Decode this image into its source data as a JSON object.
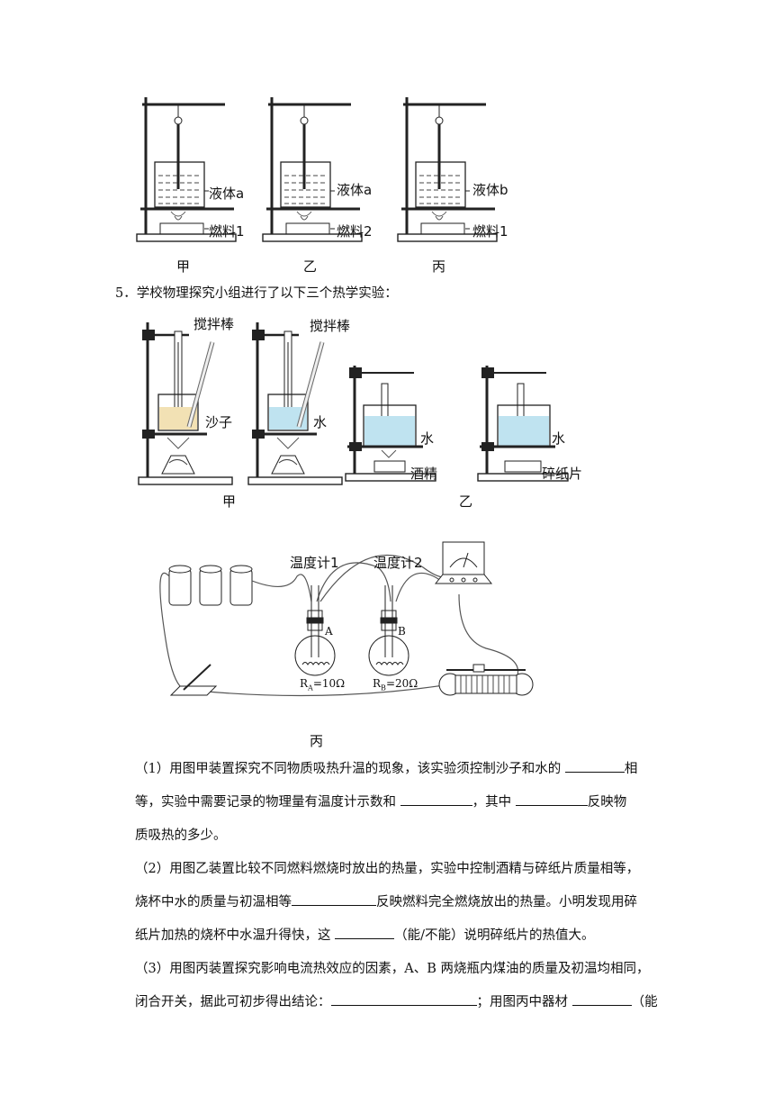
{
  "fig_top": {
    "labels": [
      {
        "liquid": "液体a",
        "fuel": "燃料1",
        "caption": "甲"
      },
      {
        "liquid": "液体a",
        "fuel": "燃料2",
        "caption": "乙"
      },
      {
        "liquid": "液体b",
        "fuel": "燃料1",
        "caption": "丙"
      }
    ]
  },
  "question": {
    "number": "5．",
    "text": "学校物理探究小组进行了以下三个热学实验："
  },
  "fig_jia_yi": {
    "stir_label_1": "搅拌棒",
    "stir_label_2": "搅拌棒",
    "sand_label": "沙子",
    "water_label_1": "水",
    "caption_jia": "甲",
    "water_label_2": "水",
    "alcohol_label": "酒精",
    "water_label_3": "水",
    "paper_label": "碎纸片",
    "caption_yi": "乙"
  },
  "fig_bing": {
    "thermo1": "温度计1",
    "thermo2": "温度计2",
    "flask_a": "A",
    "flask_b": "B",
    "ra": "R",
    "ra_sub": "A",
    "ra_val": "=10Ω",
    "rb": "R",
    "rb_sub": "B",
    "rb_val": "=20Ω",
    "caption": "丙"
  },
  "parts": {
    "p1": {
      "a": "（1）用图甲装置探究不同物质吸热升温的现象，该实验须控制沙子和水的",
      "b": "相",
      "c": "等，实验中需要记录的物理量有温度计示数和",
      "d": "，其中",
      "e": "反映物",
      "f": "质吸热的多少。"
    },
    "p2": {
      "a": "（2）用图乙装置比较不同燃料燃烧时放出的热量，实验中控制酒精与碎纸片质量相等，",
      "b": "烧杯中水的质量与初温相等",
      "c": "反映燃料完全燃烧放出的热量。小明发现用碎",
      "d": "纸片加热的烧杯中水温升得快，这",
      "e": "（能/不能）说明碎纸片的热值大。"
    },
    "p3": {
      "a": "（3）用图丙装置探究影响电流热效应的因素，A、B 两烧瓶内煤油的质量及初温均相同，",
      "b": "闭合开关，据此可初步得出结论：",
      "c": "；用图丙中器材",
      "d": "（能"
    }
  }
}
